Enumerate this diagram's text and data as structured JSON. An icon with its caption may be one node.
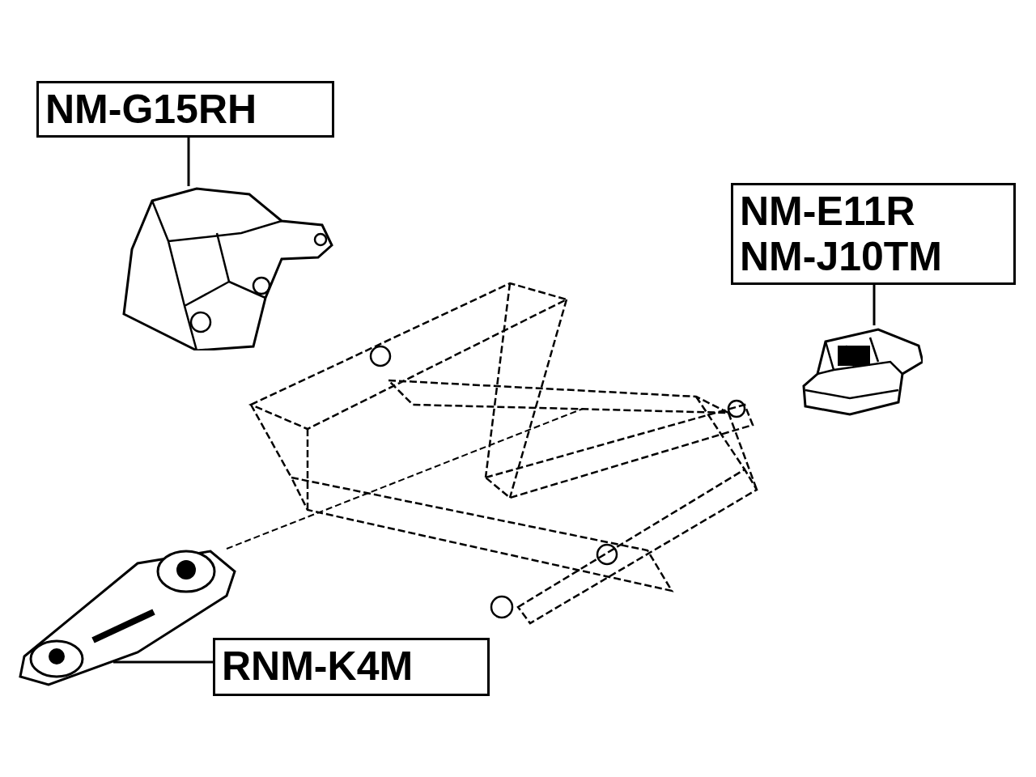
{
  "diagram": {
    "nodes": [
      {
        "text": [
          "NM-G15RH"
        ]
      },
      {
        "text": [],
        "shape": "picture"
      },
      {
        "text": [
          "NM-E11R",
          "NM-J10TM"
        ]
      },
      {
        "text": [],
        "shape": "picture"
      },
      {
        "text": [],
        "shape": "picture"
      },
      {
        "text": [],
        "shape": "picture"
      },
      {
        "text": [
          "RNM-K4M"
        ]
      }
    ],
    "edges": [
      {
        "from": 0,
        "to": 1,
        "arrow": "none"
      },
      {
        "from": 2,
        "to": 3,
        "arrow": "none"
      },
      {
        "from": 5,
        "to": 4,
        "arrow": "none",
        "style": "dashed"
      },
      {
        "from": 6,
        "to": 5,
        "arrow": "none"
      }
    ]
  }
}
